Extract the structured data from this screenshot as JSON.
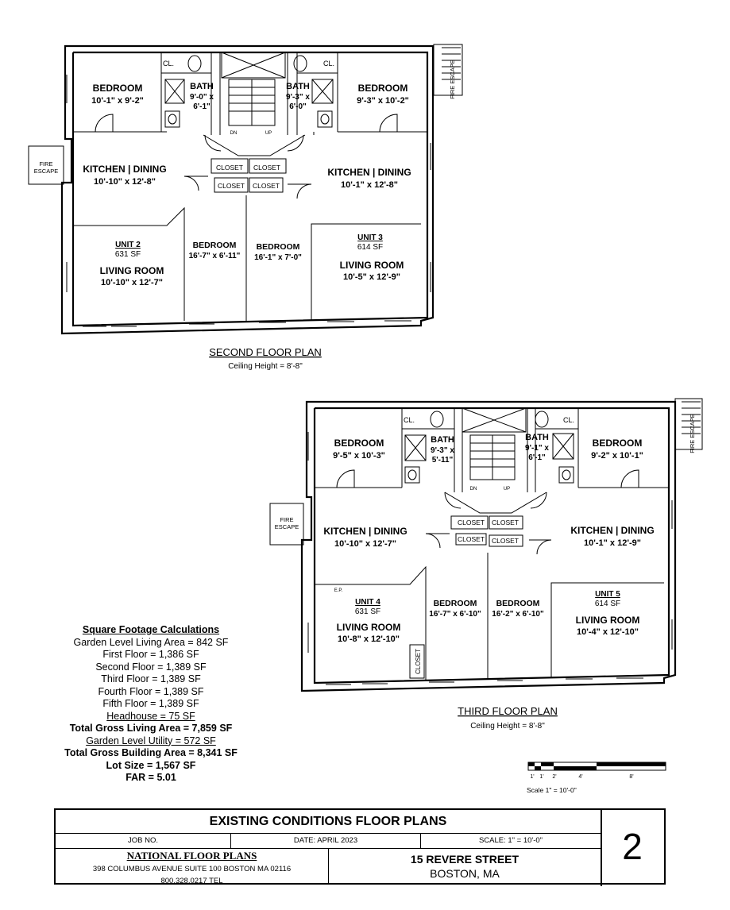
{
  "second_floor": {
    "title": "SECOND FLOOR PLAN",
    "ceiling": "Ceiling Height = 8'-8\"",
    "rooms": {
      "bed_left_name": "BEDROOM",
      "bed_left_dim": "10'-1\" x 9'-2\"",
      "bath_left_name": "BATH",
      "bath_left_dim1": "9'-0\" x",
      "bath_left_dim2": "6'-1\"",
      "bath_right_name": "BATH",
      "bath_right_dim1": "9'-3\" x",
      "bath_right_dim2": "6'-0\"",
      "bed_right_name": "BEDROOM",
      "bed_right_dim": "9'-3\" x 10'-2\"",
      "kit_left_name": "KITCHEN | DINING",
      "kit_left_dim": "10'-10\" x 12'-8\"",
      "kit_right_name": "KITCHEN | DINING",
      "kit_right_dim": "10'-1\" x 12'-8\"",
      "unit_left": "UNIT 2",
      "unit_left_sf": "631 SF",
      "unit_right": "UNIT 3",
      "unit_right_sf": "614 SF",
      "liv_left_name": "LIVING ROOM",
      "liv_left_dim": "10'-10\" x 12'-7\"",
      "liv_right_name": "LIVING ROOM",
      "liv_right_dim": "10'-5\" x 12'-9\"",
      "bed_c1_name": "BEDROOM",
      "bed_c1_dim": "16'-7\" x 6'-11\"",
      "bed_c2_name": "BEDROOM",
      "bed_c2_dim": "16'-1\" x 7'-0\"",
      "closet": "CLOSET",
      "cl": "CL.",
      "fire_escape_1": "FIRE",
      "fire_escape_2": "ESCAPE",
      "fire_escape_v": "FIRE ESCAPE",
      "up": "UP",
      "dn": "DN"
    }
  },
  "third_floor": {
    "title": "THIRD FLOOR PLAN",
    "ceiling": "Ceiling Height = 8'-8\"",
    "rooms": {
      "bed_left_name": "BEDROOM",
      "bed_left_dim": "9'-5\" x 10'-3\"",
      "bath_left_name": "BATH",
      "bath_left_dim1": "9'-3\" x",
      "bath_left_dim2": "5'-11\"",
      "bath_right_name": "BATH",
      "bath_right_dim1": "9'-1\" x",
      "bath_right_dim2": "6'-1\"",
      "bed_right_name": "BEDROOM",
      "bed_right_dim": "9'-2\" x 10'-1\"",
      "kit_left_name": "KITCHEN | DINING",
      "kit_left_dim": "10'-10\" x 12'-7\"",
      "kit_right_name": "KITCHEN | DINING",
      "kit_right_dim": "10'-1\" x 12'-9\"",
      "unit_left": "UNIT 4",
      "unit_left_sf": "631 SF",
      "unit_right": "UNIT 5",
      "unit_right_sf": "614 SF",
      "liv_left_name": "LIVING ROOM",
      "liv_left_dim": "10'-8\" x 12'-10\"",
      "liv_right_name": "LIVING ROOM",
      "liv_right_dim": "10'-4\" x 12'-10\"",
      "bed_c1_name": "BEDROOM",
      "bed_c1_dim": "16'-7\" x 6'-10\"",
      "bed_c2_name": "BEDROOM",
      "bed_c2_dim": "16'-2\" x 6'-10\"",
      "closet": "CLOSET",
      "cl": "CL.",
      "fire_escape_1": "FIRE",
      "fire_escape_2": "ESCAPE",
      "fire_escape_v": "FIRE ESCAPE",
      "up": "UP",
      "dn": "DN",
      "ep": "E.P."
    }
  },
  "scale_bar": {
    "labels": [
      "1'",
      "1'",
      "2'",
      "4'",
      "8'"
    ],
    "caption": "Scale  1\" = 10'-0\""
  },
  "sqft": {
    "heading": "Square Footage Calculations",
    "lines": [
      "Garden Level Living Area = 842 SF",
      "First Floor = 1,386 SF",
      "Second Floor = 1,389 SF",
      "Third Floor = 1,389 SF",
      "Fourth Floor = 1,389 SF",
      "Fifth Floor = 1,389 SF",
      "Headhouse = 75 SF",
      "Total Gross Living Area = 7,859 SF",
      "Garden Level Utility = 572 SF",
      "Total Gross Building Area = 8,341 SF",
      "Lot Size = 1,567 SF",
      "FAR = 5.01"
    ]
  },
  "title_block": {
    "title": "EXISTING CONDITIONS FLOOR PLANS",
    "job_no": "JOB NO.",
    "date": "DATE: APRIL 2023",
    "scale": "SCALE: 1\" = 10'-0\"",
    "company": "NATIONAL FLOOR PLANS",
    "company_address": "398 COLUMBUS AVENUE SUITE 100 BOSTON MA 02116",
    "company_tel": "800.328.0217 TEL",
    "street": "15 REVERE STREET",
    "city": "BOSTON, MA",
    "sheet_number": "2"
  }
}
